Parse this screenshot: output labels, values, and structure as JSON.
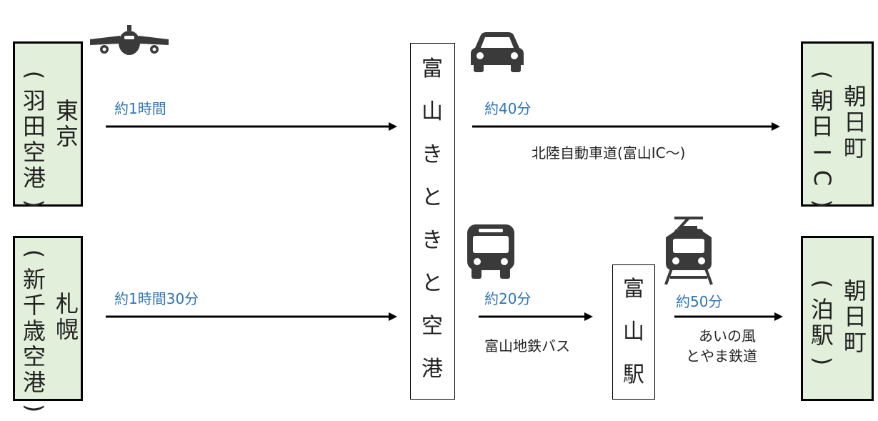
{
  "origins": {
    "tokyo": {
      "city": "東京",
      "airport": "(羽田空港)"
    },
    "sapporo": {
      "city": "札幌",
      "airport": "(新千歳空港)"
    }
  },
  "hub_airport": "富山きときと空港",
  "toyama_station": "富山駅",
  "destinations": {
    "asahi_ic": {
      "name": "朝日町",
      "sub": "(朝日IC)"
    },
    "tomari_station": {
      "name": "朝日町",
      "sub": "(泊駅)"
    }
  },
  "legs": {
    "tokyo_flight": {
      "time": "約1時間"
    },
    "sapporo_flight": {
      "time": "約1時間30分"
    },
    "car": {
      "time": "約40分",
      "route": "北陸自動車道(富山IC〜)"
    },
    "bus": {
      "time": "約20分",
      "route": "富山地鉄バス"
    },
    "train": {
      "time": "約50分",
      "route_line1": "あいの風",
      "route_line2": "とやま鉄道"
    }
  },
  "icons": [
    "airplane-icon",
    "car-icon",
    "bus-icon",
    "train-icon"
  ],
  "colors": {
    "box_fill": "#e2efda",
    "time_text": "#2e75b6",
    "icon": "#3a3a3a"
  }
}
